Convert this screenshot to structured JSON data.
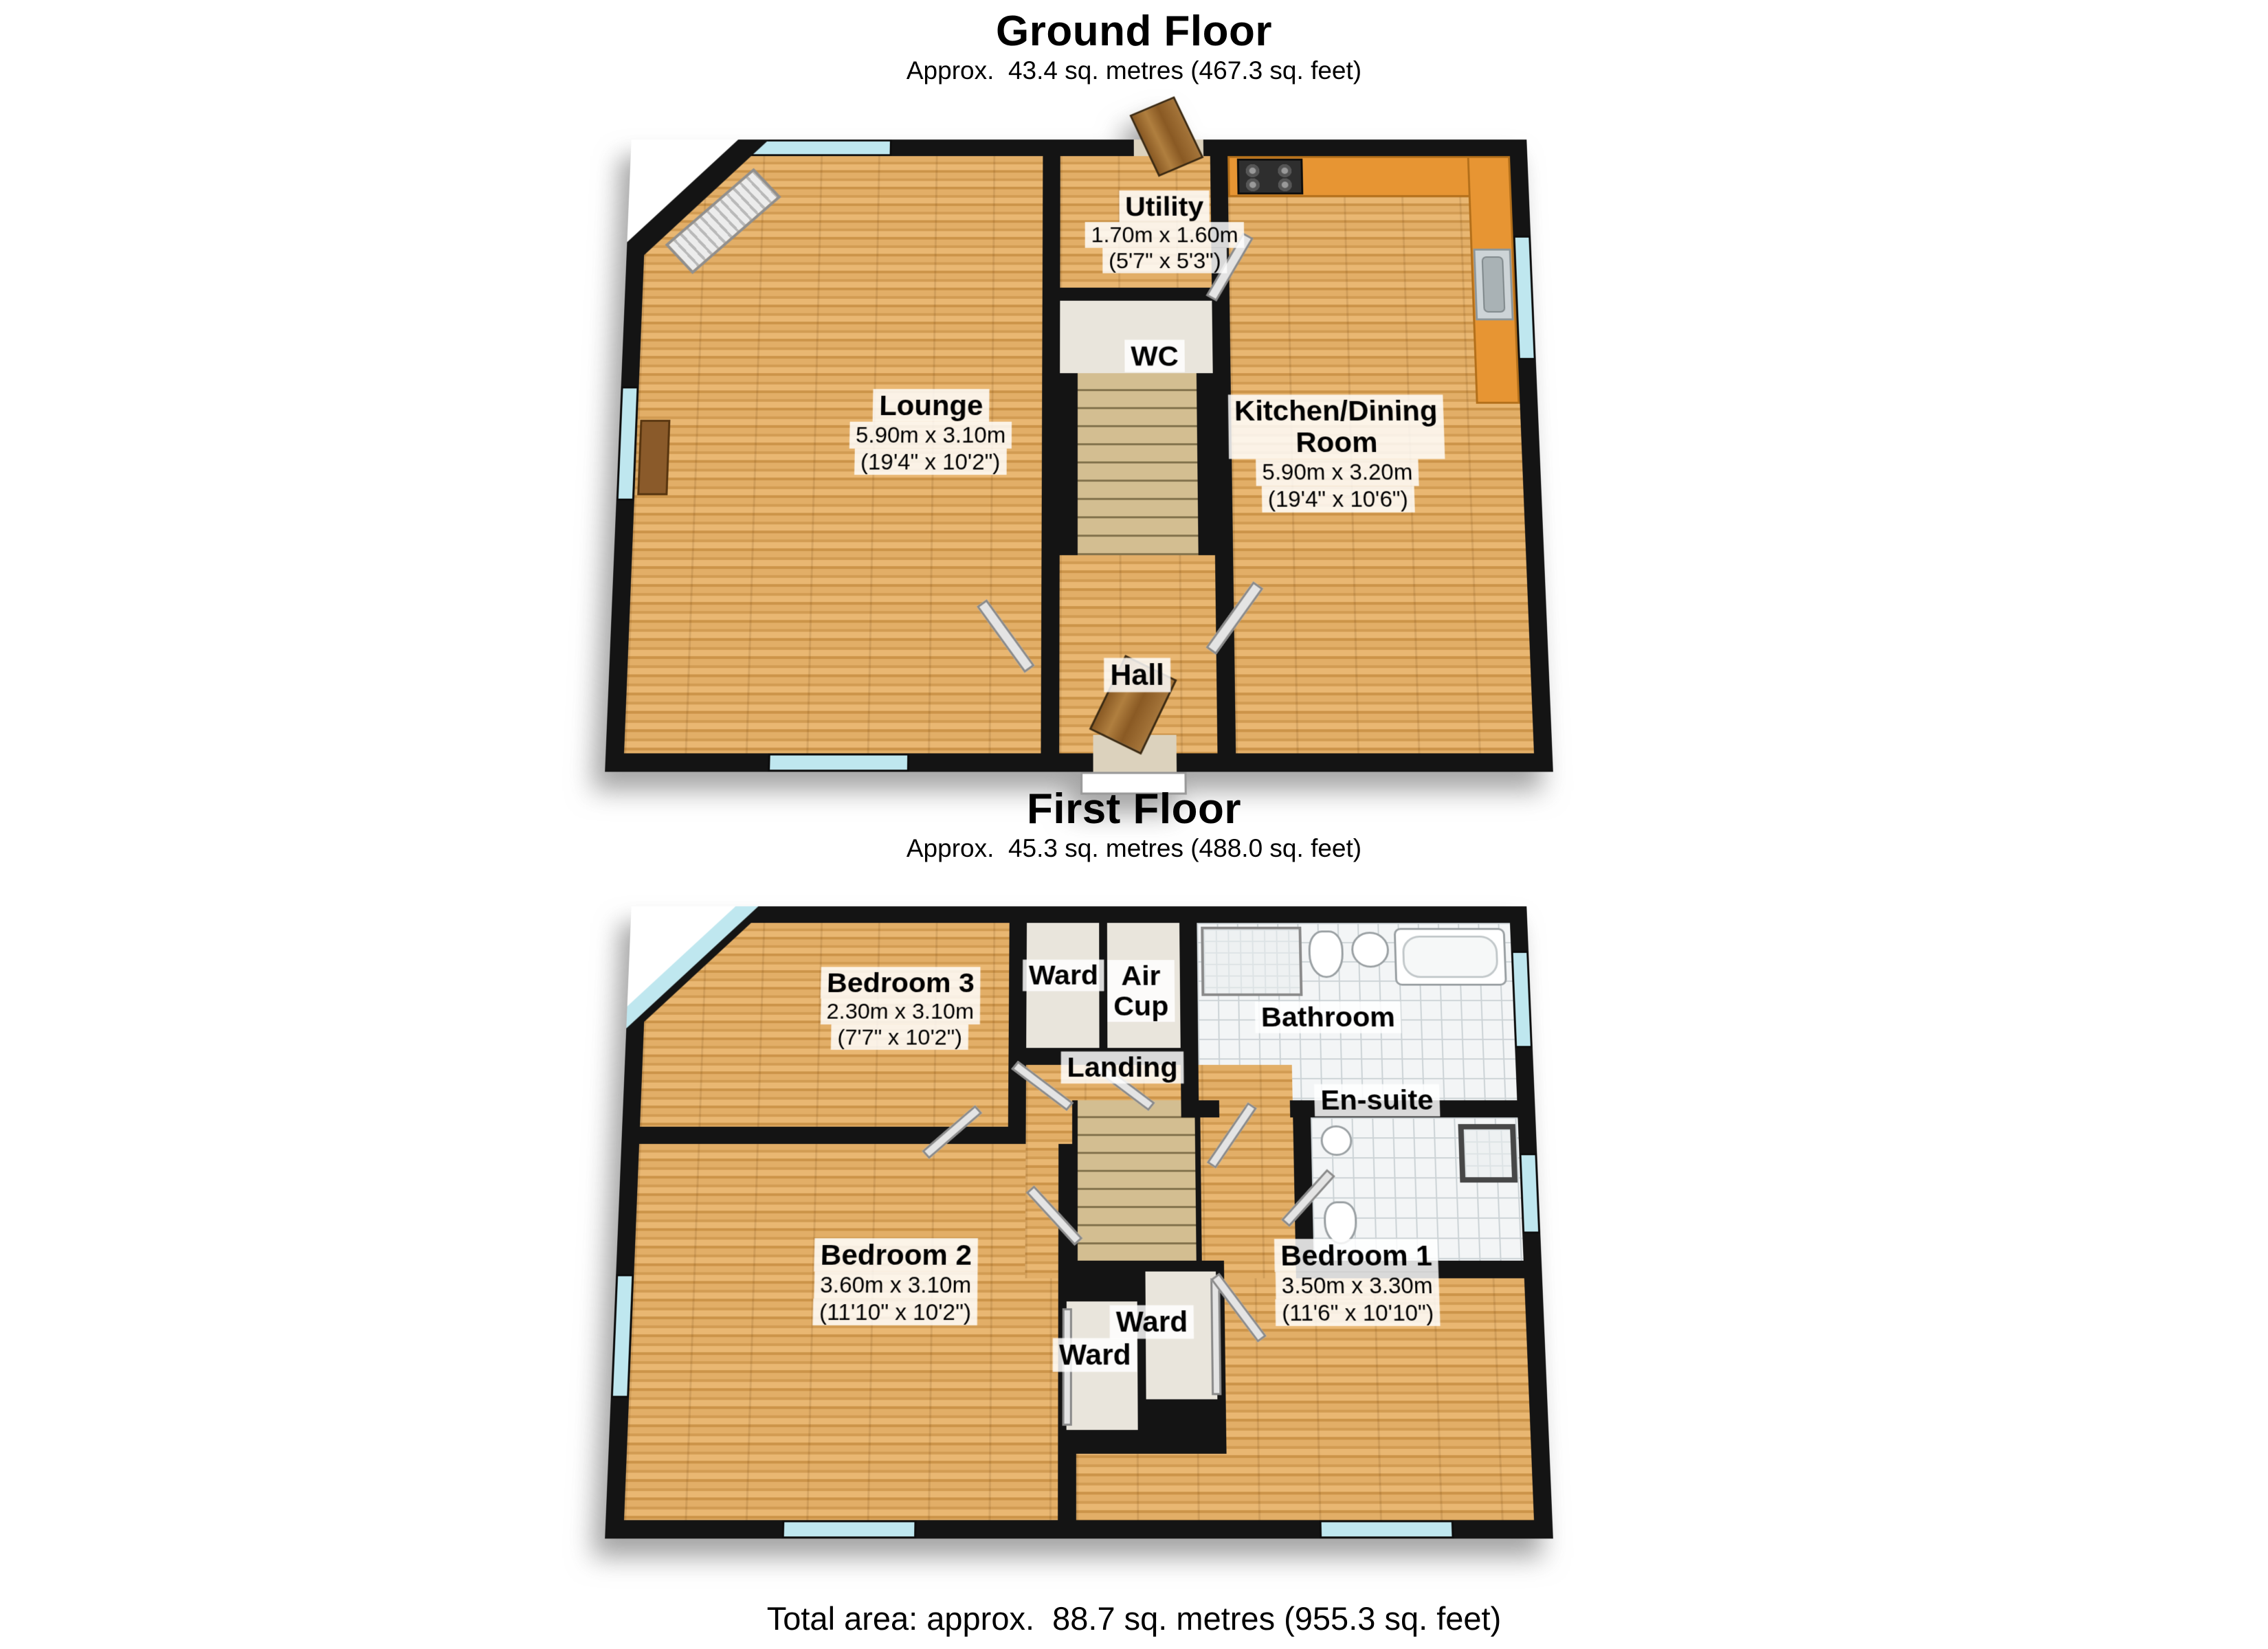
{
  "page": {
    "footer": "Total area: approx.  88.7 sq. metres (955.3 sq. feet)"
  },
  "colors": {
    "wall_black": "#141414",
    "floor_wood_light": "#e9b772",
    "floor_wood_dark": "#cc9449",
    "kitchen_counter_orange": "#e79533",
    "window_cyan": "#bfe7ef",
    "stairs_tan": "#d3be91",
    "tile_white": "#f3f5f6",
    "door_brown": "#8a5a24",
    "label_bg": "rgba(255,255,255,0.84)"
  },
  "ground_floor": {
    "title": "Ground Floor",
    "subtitle": "Approx.  43.4 sq. metres (467.3 sq. feet)",
    "rooms": {
      "lounge": {
        "name": "Lounge",
        "metric": "5.90m x 3.10m",
        "imperial": "(19'4\" x 10'2\")"
      },
      "utility": {
        "name": "Utility",
        "metric": "1.70m x 1.60m",
        "imperial": "(5'7\" x 5'3\")"
      },
      "wc": {
        "name": "WC"
      },
      "kitchen": {
        "name": "Kitchen/Dining Room",
        "metric": "5.90m x 3.20m",
        "imperial": "(19'4\" x 10'6\")"
      },
      "hall": {
        "name": "Hall"
      }
    }
  },
  "first_floor": {
    "title": "First Floor",
    "subtitle": "Approx.  45.3 sq. metres (488.0 sq. feet)",
    "rooms": {
      "bedroom3": {
        "name": "Bedroom 3",
        "metric": "2.30m x 3.10m",
        "imperial": "(7'7\" x 10'2\")"
      },
      "ward_top": {
        "name": "Ward"
      },
      "air_cup": {
        "name": "Air Cup"
      },
      "bathroom": {
        "name": "Bathroom"
      },
      "ensuite": {
        "name": "En-suite"
      },
      "landing": {
        "name": "Landing"
      },
      "bedroom2": {
        "name": "Bedroom 2",
        "metric": "3.60m x 3.10m",
        "imperial": "(11'10\" x 10'2\")"
      },
      "ward_mid": {
        "name": "Ward"
      },
      "ward_left": {
        "name": "Ward"
      },
      "bedroom1": {
        "name": "Bedroom 1",
        "metric": "3.50m x 3.30m",
        "imperial": "(11'6\" x 10'10\")"
      }
    }
  }
}
